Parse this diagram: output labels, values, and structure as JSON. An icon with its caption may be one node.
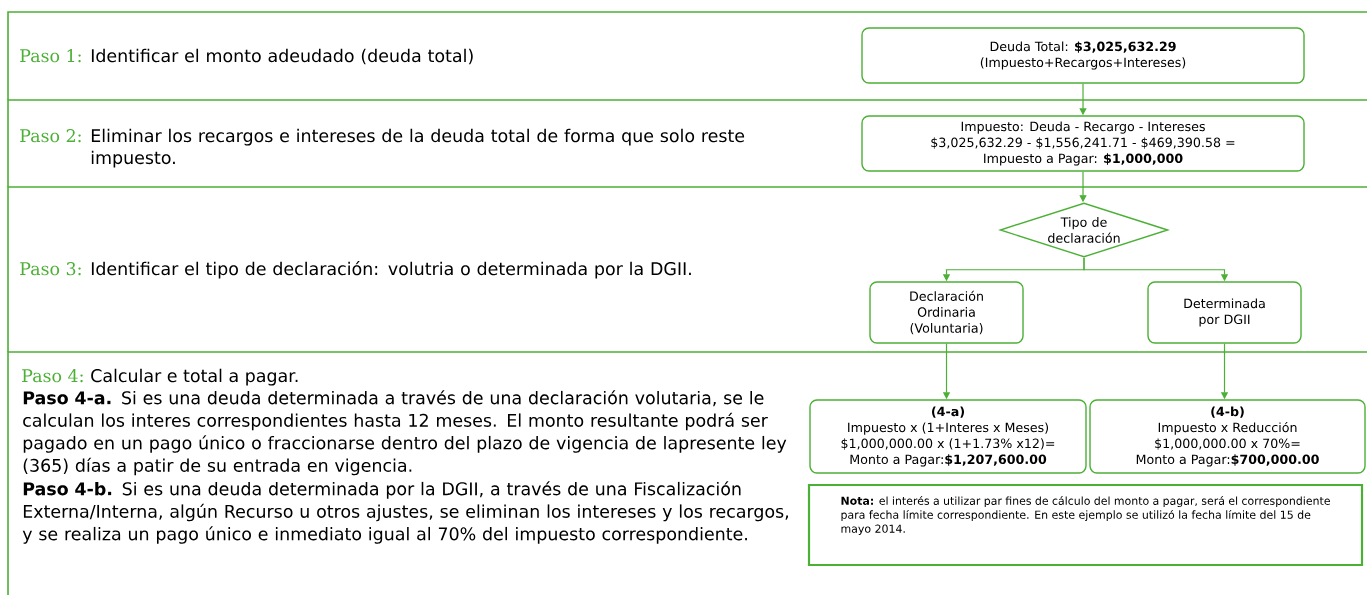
{
  "diagram": {
    "nodes": [
      {
        "text": [
          "Paso 1:",
          "Identificar el monto adeudado (deuda total)"
        ]
      },
      {
        "text": [
          "Paso 2:",
          "Eliminar los recargos e intereses de la deuda total de forma que solo reste impuesto."
        ]
      },
      {
        "text": [
          "Paso 3:",
          "Identificar el tipo de declaración: volutria o determinada por la DGII."
        ]
      },
      {
        "text": [
          "Paso 4:",
          "Calcular e total a pagar.",
          "**Paso 4-a.** Si es una deuda determinada a través de una declaración volutaria, se le calculan los interes correspondientes hasta 12 meses. El monto resultante podrá ser pagado en un pago único o fraccionarse dentro del plazo de vigencia de lapresente ley (365) días a patir de su entrada en vigencia.",
          "**Paso 4-b.** Si es una deuda determinada por la DGII, a través de una Fiscalización Externa/Interna, algún Recurso u otros ajustes, se eliminan los intereses y los recargos, y se realiza un pago único e inmediato igual al 70% del impuesto correspondiente."
        ]
      },
      {
        "text": [
          "Deuda Total: **$3,025,632.29**",
          "(Impuesto+Recargos+Intereses)"
        ],
        "in": 0
      },
      {
        "text": [
          "Impuesto: Deuda - Recargo - Intereses",
          "$3,025,632.29 - $1,556,241.71 - $469,390.58 =",
          "Impuesto a Pagar: **$1,000,000**"
        ],
        "in": 1
      },
      {
        "text": [
          "Tipo de declaración"
        ],
        "in": 2
      },
      {
        "text": [
          "Declaración Ordinaria (Voluntaria)"
        ],
        "in": 2
      },
      {
        "text": [
          "Determinada por DGII"
        ],
        "in": 2
      },
      {
        "text": [
          "(4-a)",
          "Impuesto x (1+Interes x Meses)",
          "$1,000,000.00 x (1+1.73% x12)=",
          "Monto a Pagar:**$1,207,600.00**"
        ],
        "in": 3
      },
      {
        "text": [
          "(4-b)",
          "Impuesto x Reducción",
          "$1,000,000.00 x 70%=",
          "Monto a Pagar:**$700,000.00**"
        ],
        "in": 3
      },
      {
        "text": [
          "**Nota:** el interés a utilizar par fines de cálculo del monto a pagar, será el correspondiente para fecha límite correspondiente. En este ejemplo se utilizó la fecha límite del 15 de mayo 2014."
        ],
        "in": 3
      }
    ],
    "edges": [
      {
        "from": 4,
        "to": 5,
        "arrow": "to"
      },
      {
        "from": 5,
        "to": 6,
        "arrow": "to"
      },
      {
        "from": 6,
        "to": 7,
        "arrow": "to"
      },
      {
        "from": 6,
        "to": 8,
        "arrow": "to"
      },
      {
        "from": 7,
        "to": 9,
        "arrow": "to"
      },
      {
        "from": 8,
        "to": 10,
        "arrow": "to"
      }
    ]
  }
}
